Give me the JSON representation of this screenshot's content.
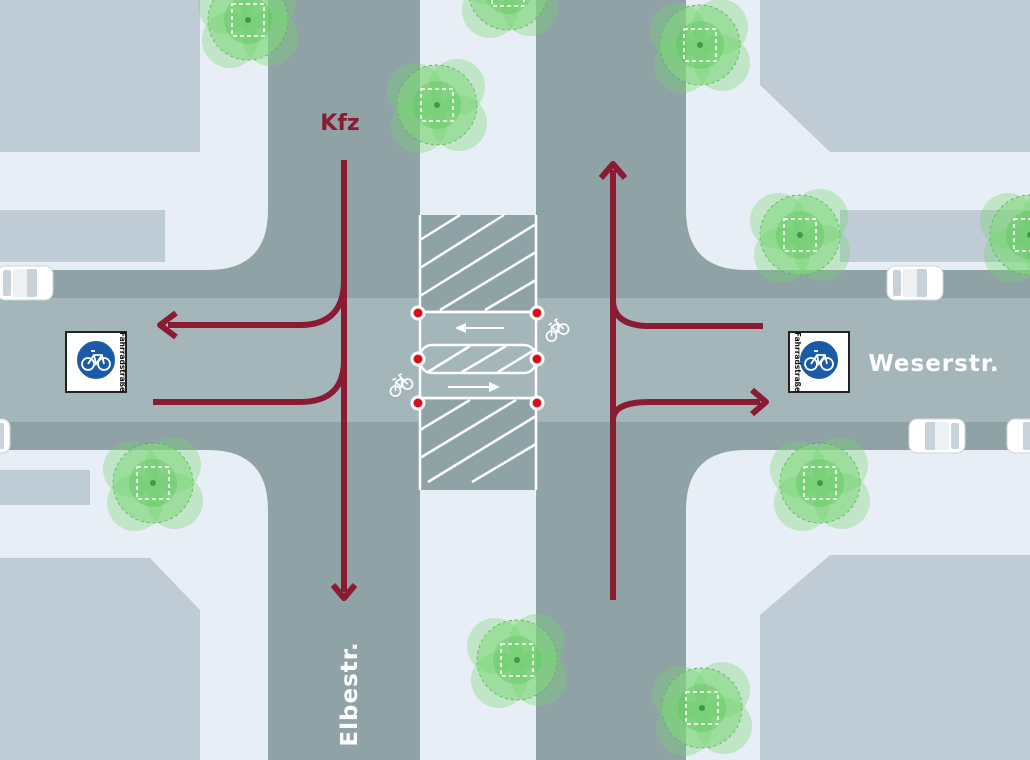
{
  "labels": {
    "motor_traffic": "Kfz",
    "street_east": "Weserstr.",
    "street_south": "Elbestr."
  },
  "sign": {
    "text": "Fahrradstraße",
    "icon": "bicycle-road-sign-icon"
  },
  "colors": {
    "road": "#8fa2a6",
    "intersection": "#a5b6ba",
    "sidewalk": "#e8eef5",
    "building": "#bfccd6",
    "arrow": "#8b1a35",
    "tree": "#6dd06b",
    "bollard": "#d80f1a",
    "sign_blue": "#1b5aa6"
  },
  "icons": [
    "car-icon",
    "tree-icon",
    "bicycle-icon",
    "bollard-icon",
    "traffic-arrow-icon"
  ]
}
